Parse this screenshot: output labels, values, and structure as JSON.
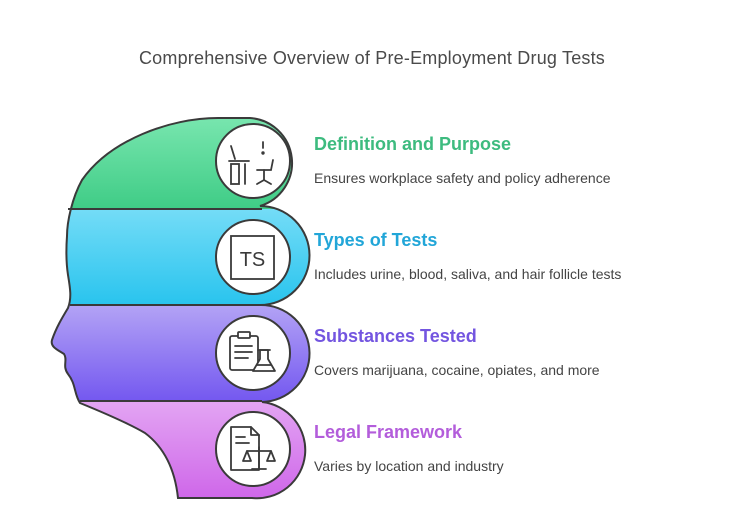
{
  "title": "Comprehensive Overview of Pre-Employment Drug Tests",
  "sections": [
    {
      "heading": "Definition and Purpose",
      "description": "Ensures workplace safety and policy adherence",
      "color": "#3dbb7f",
      "icon": "desk-chair-icon",
      "fill_top": "#7de8b2",
      "fill_bottom": "#3fcc86"
    },
    {
      "heading": "Types of Tests",
      "description": "Includes urine, blood, saliva, and hair follicle tests",
      "color": "#22a6d8",
      "icon": "ts-text-icon",
      "icon_text": "TS",
      "fill_top": "#74dcf7",
      "fill_bottom": "#29c4ee"
    },
    {
      "heading": "Substances Tested",
      "description": "Covers marijuana, cocaine, opiates, and more",
      "color": "#7355e0",
      "icon": "clipboard-flask-icon",
      "fill_top": "#b3a3f5",
      "fill_bottom": "#7458f0"
    },
    {
      "heading": "Legal Framework",
      "description": "Varies by location and industry",
      "color": "#b35ddb",
      "icon": "document-scales-icon",
      "fill_top": "#e3a5f3",
      "fill_bottom": "#cc5fe8"
    }
  ]
}
